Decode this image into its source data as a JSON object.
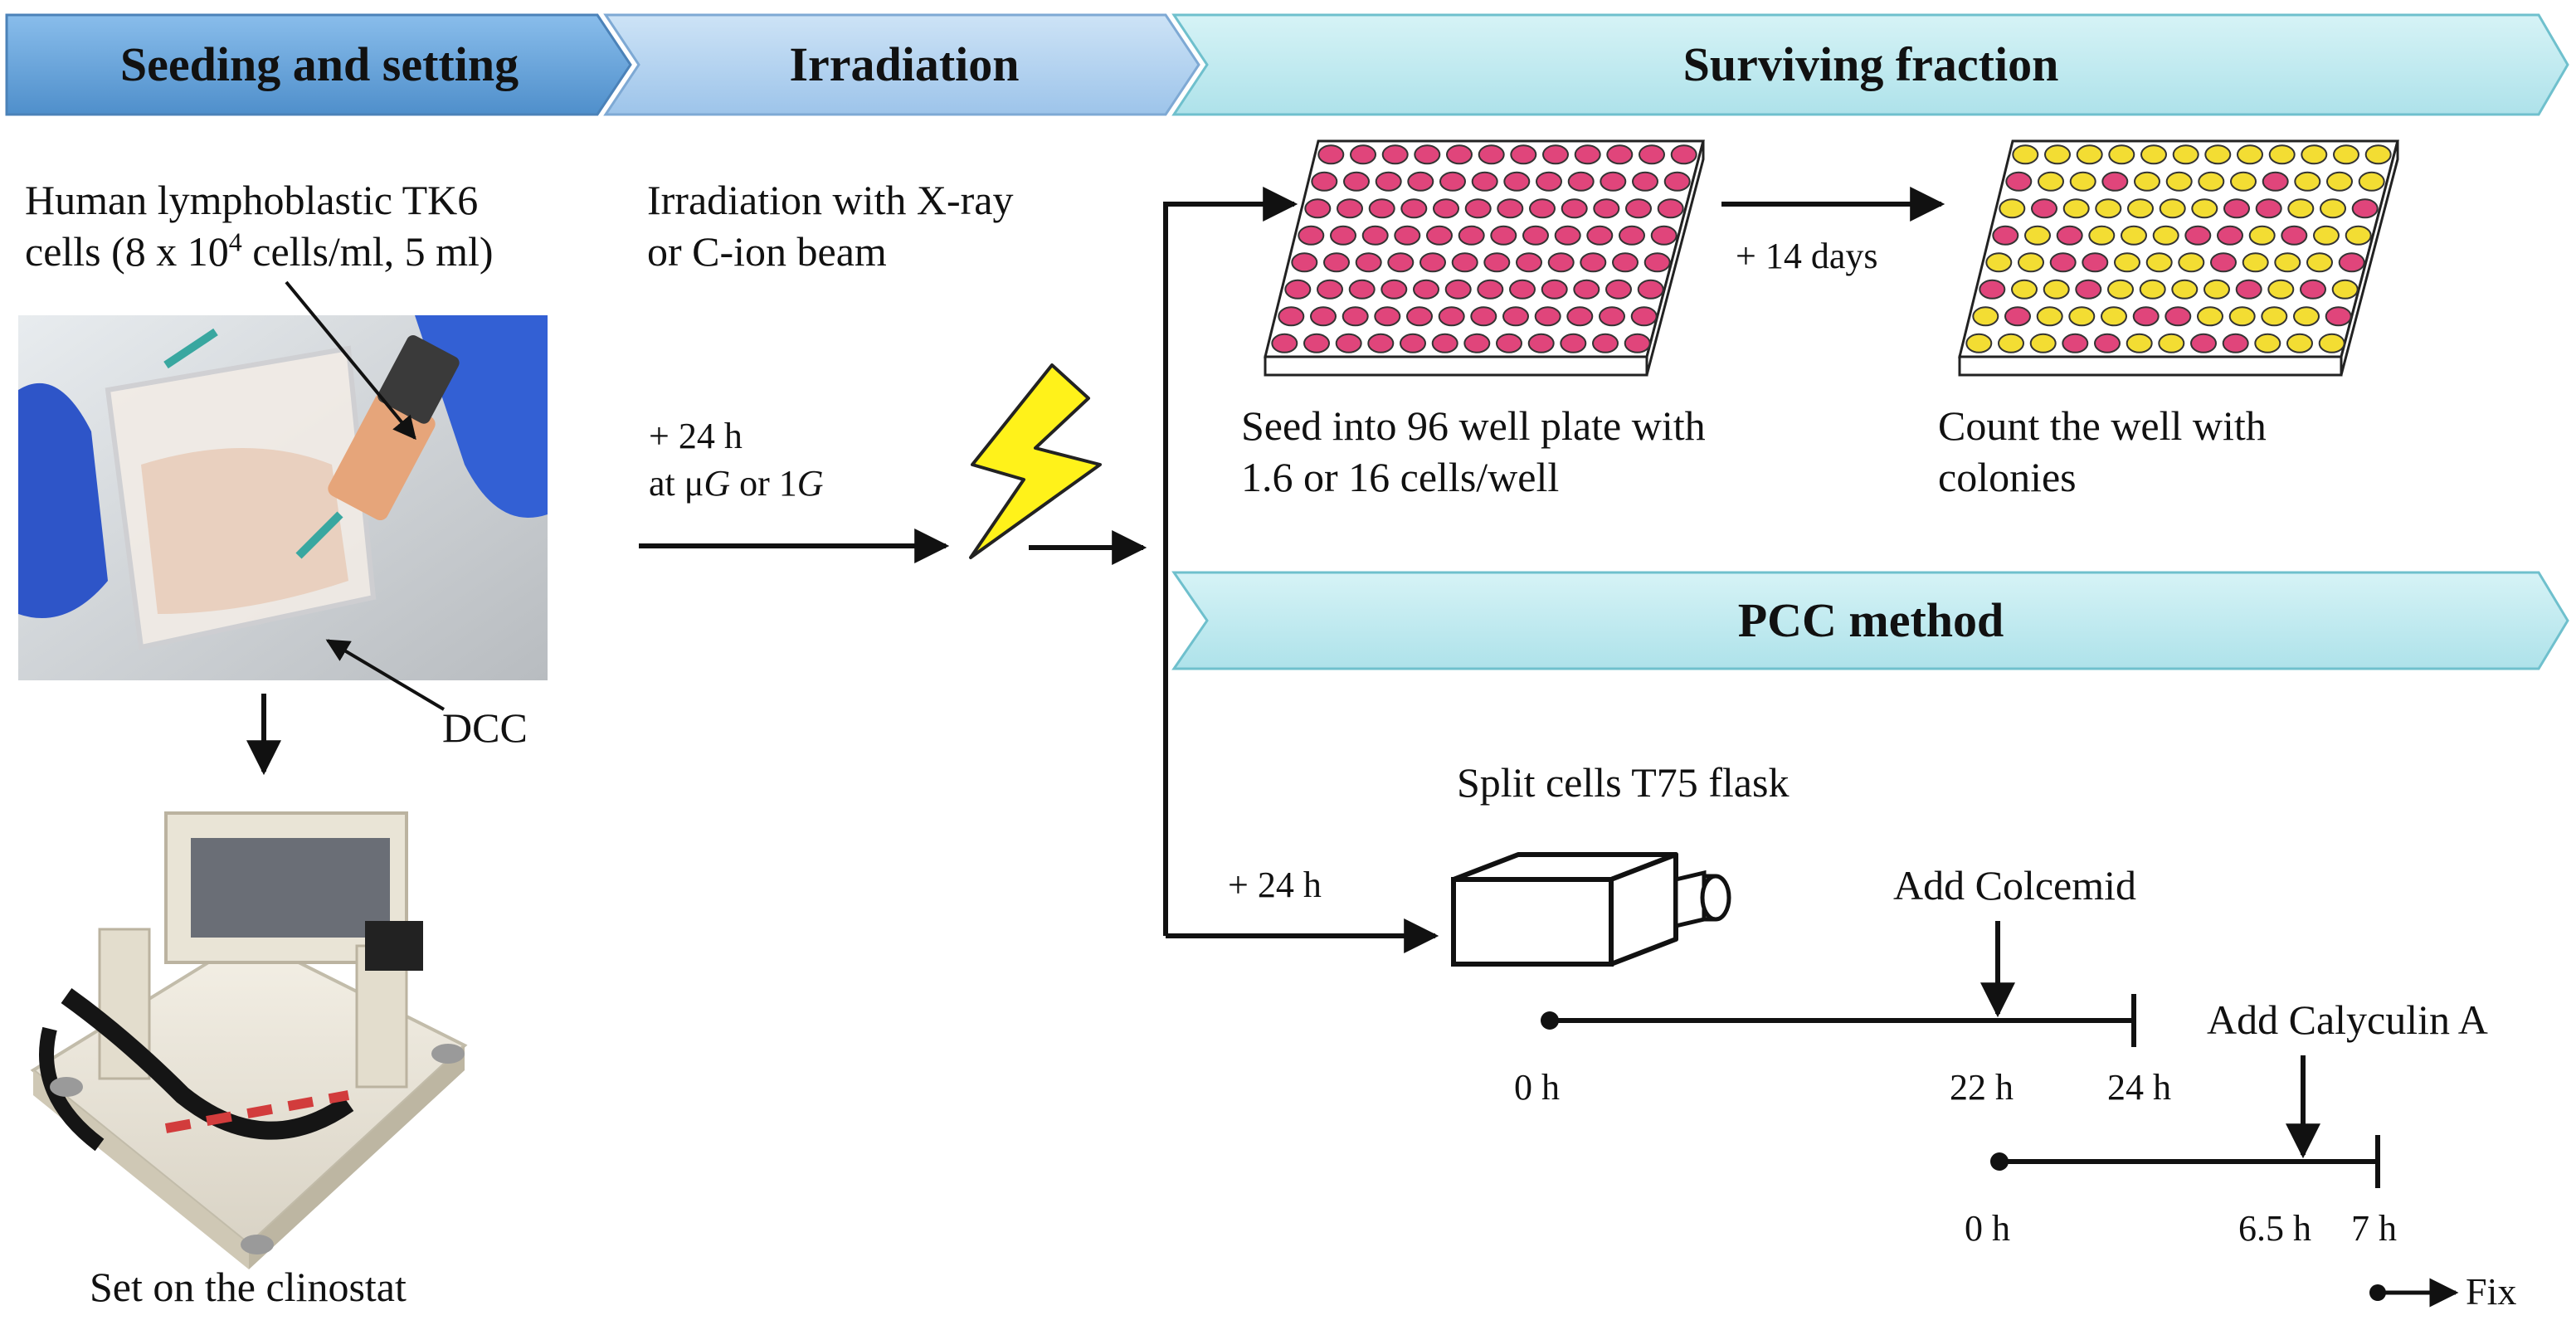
{
  "headers": {
    "seeding": "Seeding and setting",
    "irradiation": "Irradiation",
    "surviving": "Surviving fraction",
    "pcc": "PCC method"
  },
  "seeding": {
    "cells_line1": "Human lymphoblastic TK6",
    "cells_line2_pre": "cells (8 x 10",
    "cells_line2_sup": "4",
    "cells_line2_post": " cells/ml, 5 ml)",
    "dcc_label": "DCC",
    "clinostat_label": "Set on the clinostat"
  },
  "irradiation": {
    "line1": "Irradiation with X-ray",
    "line2": "or C-ion beam",
    "time": "+ 24 h",
    "at_pre": "at μ",
    "at_g1": "G",
    "at_mid": " or 1",
    "at_g2": "G"
  },
  "surviving": {
    "plus_days": "+ 14 days",
    "seed_line1": "Seed into 96 well plate with",
    "seed_line2": "1.6 or 16 cells/well",
    "count_line1": "Count the well with",
    "count_line2": "colonies"
  },
  "pcc": {
    "plus_24h": "+ 24 h",
    "split": "Split cells T75 flask",
    "add_colcemid": "Add Colcemid",
    "t1_0h": "0 h",
    "t1_22h": "22 h",
    "t1_24h": "24 h",
    "add_calyculin": "Add Calyculin A",
    "t2_0h": "0 h",
    "t2_65h": "6.5 h",
    "t2_7h": "7 h",
    "fix": "Fix"
  },
  "plates": {
    "rows": 8,
    "cols": 12,
    "left_colors": [
      "#e0457b"
    ],
    "right_pattern": [
      "yyyyyyyyyyyy",
      "pyypyyyypyyy",
      "ypyyyyyppyyp",
      "pypyyyppypyy",
      "yyppyyypyyyp",
      "pyypyyyypypy",
      "ypyyyppyyyyp",
      "yyyppyyppyyy"
    ]
  },
  "colors": {
    "header_dark": "#6aa6dc",
    "header_light": "#a9cdee",
    "header_cyan": "#bfe9ef",
    "well_pink": "#e0457b",
    "well_yellow": "#f3dd33",
    "plate_bg": "#ffffff",
    "lightning": "#fff21a"
  }
}
